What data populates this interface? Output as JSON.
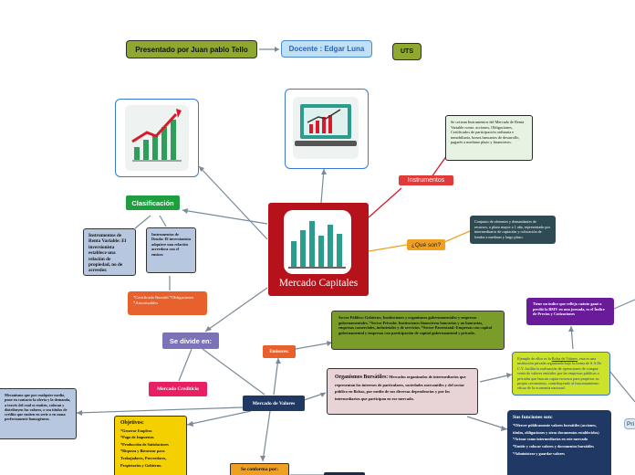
{
  "header": {
    "presenter": "Presentado por Juan pablo Tello",
    "teacher": "Docente : Edgar Luna",
    "institution": "UTS"
  },
  "central": {
    "title": "Mercado Capitales"
  },
  "instrumentos": {
    "label": "Instrumentos",
    "text": "Se cotizan Instrumentos del Mercado de Renta Variable como: acciones, Obligaciones, Certificados de participación ordinaria e inmobiliaria, bonos bancarios de desarrollo, pagarés a mediano plazo y financieros."
  },
  "que_son": {
    "label": "¿Qué son?",
    "text": "Conjunto de oferentes y demandantes de recursos, a plazo mayor a 1 año, representado por intermediarios de captación y colocación de fondos a mediano y largo plazo."
  },
  "clasificacion": {
    "label": "Clasificación",
    "renta_variable": "Instrumentos de Renta Variable: El inversionista establece una relación de propiedad, no de acreedor.",
    "deuda": "Instrumentos de Deuda: El inversionista adquiere una relación acreedora con el emisor.",
    "list": "*Certificado Bursátil *Obligaciones *Amortizables"
  },
  "divide": {
    "label": "Se divide en:",
    "credito": "Mercado Crediticio",
    "valores": "Mercado de Valores"
  },
  "emisores": {
    "label": "Emisores:",
    "text": "Sector Público: Gobierno, Instituciones y organismos gubernamentales y empresas gubernamentales. *Sector Privado: Instituciones financieras bancarias y no bancarias, empresas comerciales, industriales y de servicios. *Sector Paraestatal: Empresas con capital gubernamental y empresas con participación de capital gubernamental y privado."
  },
  "organismos": {
    "title": "Organismos Bursátiles:",
    "text": "Mercados organizados de intermediarios que representan los intereses de particulares, sociedades mercantiles y del sector público en Bolsas, por medio de sus diversas dependencias y por los intermediarios que participan en ese mercado."
  },
  "bolsa": {
    "prefix": "Ejemplo de ellos es la",
    "link": "Bolsa de Valores",
    "text": ", esta es una institución privada organizada bajo la forma de S.A De C.V. facilita la realización de operaciones de compra-venta de valores emitidos por las empresas públicas o privadas que buscan captar recursos para propiciar su propio crecimiento, contribuyendo al funcionamiento eficaz de la economía nacional."
  },
  "pricing": {
    "text": "Tiene un índice que refleja cuánto ganó o perdió la BMV en una jornada, es el Índice de Precios y Cotizaciones"
  },
  "funciones": {
    "title": "Sus funciones son:",
    "items": [
      "*Ofrecer públicamente valores bursátiles (acciones, títulos, obligaciones y otros documentos establecidos)",
      "*Actuar como intermediarios en este mercado",
      "*Emitir y colocar valores y documentos bursátiles",
      "*Administrar y guardar valores"
    ]
  },
  "mercado_text": "Mecanismo que por cualquier medio, pone en contacto la oferta y la demanda, a través del cual se emiten, colocan y distribuyen los valores, o sea títulos de crédito que emiten en serie o en masa perfectamente homogéneos.",
  "objetivos": {
    "title": "Objetivos:",
    "items": [
      "*Generar Empleos",
      "*Pago de Impuestos",
      "*Producción de Satisfactores",
      "*Riqueza y Bienestar para Trabajadores, Proveedores, Propietarios y Gobierno."
    ]
  },
  "conforma": {
    "label": "Se conforma por:"
  },
  "edge_label": "Pri",
  "colors": {
    "central": "#b5121b",
    "green": "#1e9e3e",
    "blue_node": "#1f3864",
    "olive": "#7a9d2a",
    "orange": "#e8602c",
    "pink": "#e91e63",
    "purple": "#6a1b9a",
    "yellow": "#f5d000",
    "teal_dark": "#2e4a52",
    "lime": "#cde32a"
  }
}
